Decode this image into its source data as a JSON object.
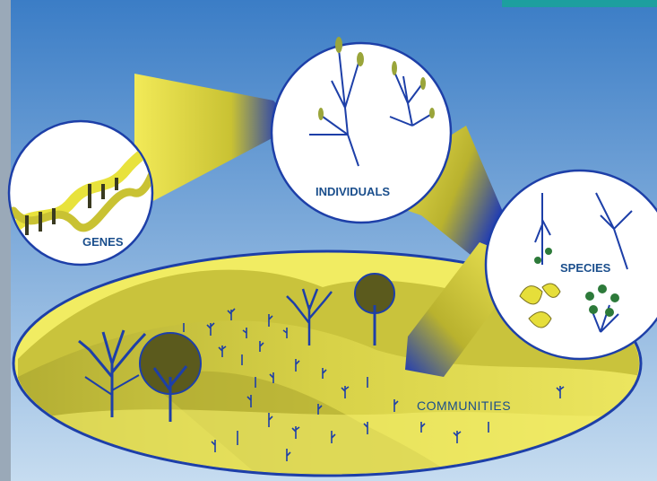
{
  "labels": {
    "genes": "GENES",
    "individuals": "INDIVIDUALS",
    "species": "SPECIES",
    "communities": "COMMUNITIES"
  },
  "colors": {
    "sky_top": "#3b7dc6",
    "sky_bottom": "#b9d4ee",
    "outline_blue": "#1d3fa8",
    "yellow": "#e8e23c",
    "olive": "#b6b23a",
    "dark_olive": "#6e6a1e",
    "label_blue": "#1a4e8c",
    "left_panel": "#9aa9b8",
    "title_teal": "#1aa39a"
  },
  "icons": {
    "dna": "dna-helix-icon",
    "plant": "plant-sprig-icon",
    "tree": "tree-icon"
  }
}
